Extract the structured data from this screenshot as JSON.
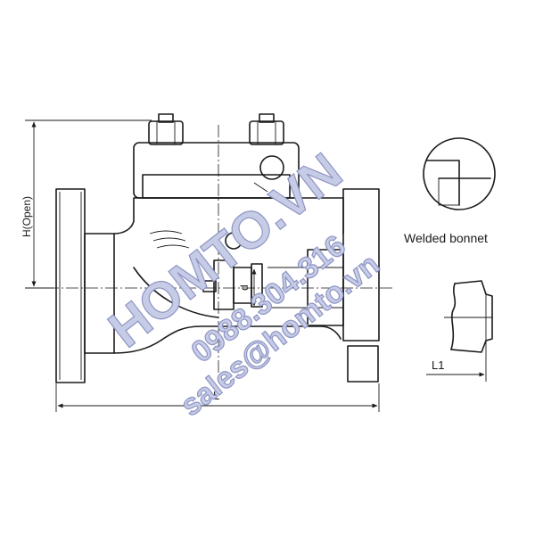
{
  "labels": {
    "height": "H(Open)",
    "length": "L",
    "diameter": "d",
    "detail_caption": "Welded bonnet",
    "socket_length": "L1"
  },
  "watermark": {
    "brand": "HOMTO.VN",
    "phone": "0988.304.316",
    "email": "sales@homto.vn"
  },
  "colors": {
    "line": "#1a1a1a",
    "watermark_fill": "#c7cce6",
    "watermark_stroke": "#8d94c4"
  }
}
